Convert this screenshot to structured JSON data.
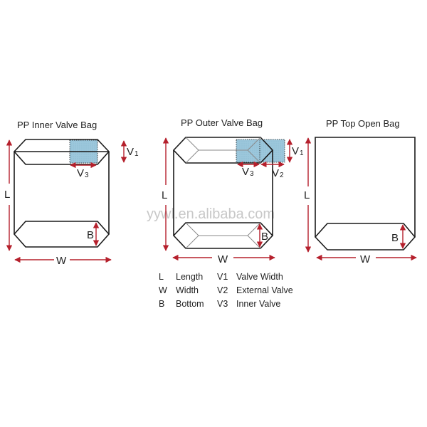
{
  "diagram": {
    "colors": {
      "outline": "#1a1a1a",
      "inner_fold": "#8a8a8a",
      "dimension_arrow": "#b5202c",
      "valve_fill": "#9cc7dc",
      "watermark": "#c8c8c8"
    },
    "watermark": "yywl.en.alibaba.com",
    "bags": [
      {
        "id": "inner-valve",
        "title": "PP Inner Valve Bag",
        "labels": {
          "L": "L",
          "W": "W",
          "B": "B",
          "V1": "V",
          "V1_sub": "1",
          "V3": "V",
          "V3_sub": "3"
        }
      },
      {
        "id": "outer-valve",
        "title": "PP Outer Valve Bag",
        "labels": {
          "L": "L",
          "W": "W",
          "B": "B",
          "V1": "V",
          "V1_sub": "1",
          "V2": "V",
          "V2_sub": "2",
          "V3": "V",
          "V3_sub": "3"
        }
      },
      {
        "id": "top-open",
        "title": "PP Top Open Bag",
        "labels": {
          "L": "L",
          "W": "W",
          "B": "B"
        }
      }
    ],
    "legend": [
      {
        "code": "L",
        "desc": "Length",
        "code2": "V1",
        "desc2": "Valve Width"
      },
      {
        "code": "W",
        "desc": "Width",
        "code2": "V2",
        "desc2": "External Valve"
      },
      {
        "code": "B",
        "desc": "Bottom",
        "code2": "V3",
        "desc2": "Inner Valve"
      }
    ]
  }
}
